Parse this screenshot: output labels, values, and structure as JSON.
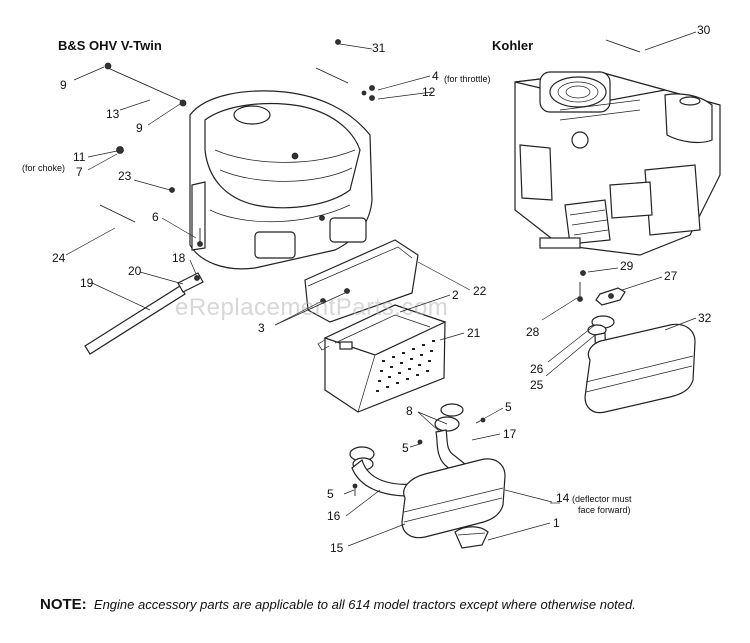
{
  "headers": {
    "bs_engine": "B&S OHV V-Twin",
    "kohler_engine": "Kohler"
  },
  "callouts": {
    "p1": "1",
    "p2": "2",
    "p3": "3",
    "p4": "4",
    "p5a": "5",
    "p5b": "5",
    "p5c": "5",
    "p6": "6",
    "p7": "7",
    "p8": "8",
    "p9a": "9",
    "p9b": "9",
    "p11": "11",
    "p12": "12",
    "p13": "13",
    "p14": "14",
    "p15": "15",
    "p16": "16",
    "p17": "17",
    "p18": "18",
    "p19": "19",
    "p20": "20",
    "p21": "21",
    "p22": "22",
    "p23": "23",
    "p24": "24",
    "p25": "25",
    "p26": "26",
    "p27": "27",
    "p28": "28",
    "p29": "29",
    "p30": "30",
    "p31": "31",
    "p32": "32"
  },
  "annotations": {
    "throttle": "(for throttle)",
    "choke": "(for choke)",
    "deflector_line1": "(deflector must",
    "deflector_line2": "face forward)"
  },
  "watermark": "eReplacementParts.com",
  "footer": {
    "label": "NOTE:",
    "text": "Engine accessory parts are applicable to all 614 model tractors except where otherwise noted."
  }
}
